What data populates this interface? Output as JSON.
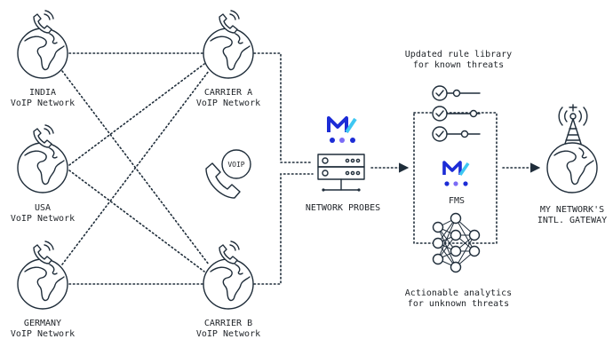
{
  "nodes": {
    "india": {
      "line1": "INDIA",
      "line2": "VoIP Network"
    },
    "usa": {
      "line1": "USA",
      "line2": "VoIP Network"
    },
    "germany": {
      "line1": "GERMANY",
      "line2": "VoIP Network"
    },
    "carrier_a": {
      "line1": "CARRIER A",
      "line2": "VoIP Network"
    },
    "carrier_b": {
      "line1": "CARRIER B",
      "line2": "VoIP Network"
    },
    "voip_badge": "VOIP",
    "probes": "NETWORK PROBES",
    "fms": "FMS",
    "gateway": {
      "line1": "MY NETWORK'S",
      "line2": "INTL. GATEWAY"
    }
  },
  "captions": {
    "rules": {
      "line1": "Updated rule library",
      "line2": "for known threats"
    },
    "analytics": {
      "line1": "Actionable analytics",
      "line2": "for unknown threats"
    }
  },
  "colors": {
    "ink": "#1f2d3a",
    "logo_blue": "#1c2cd6",
    "logo_purple": "#7b6cf6",
    "logo_cyan": "#3ec7f2"
  },
  "icons": [
    "phone-globe-icon",
    "voip-phone-icon",
    "server-icon",
    "logo-icon",
    "checklist-icon",
    "neural-net-icon",
    "tower-icon"
  ]
}
